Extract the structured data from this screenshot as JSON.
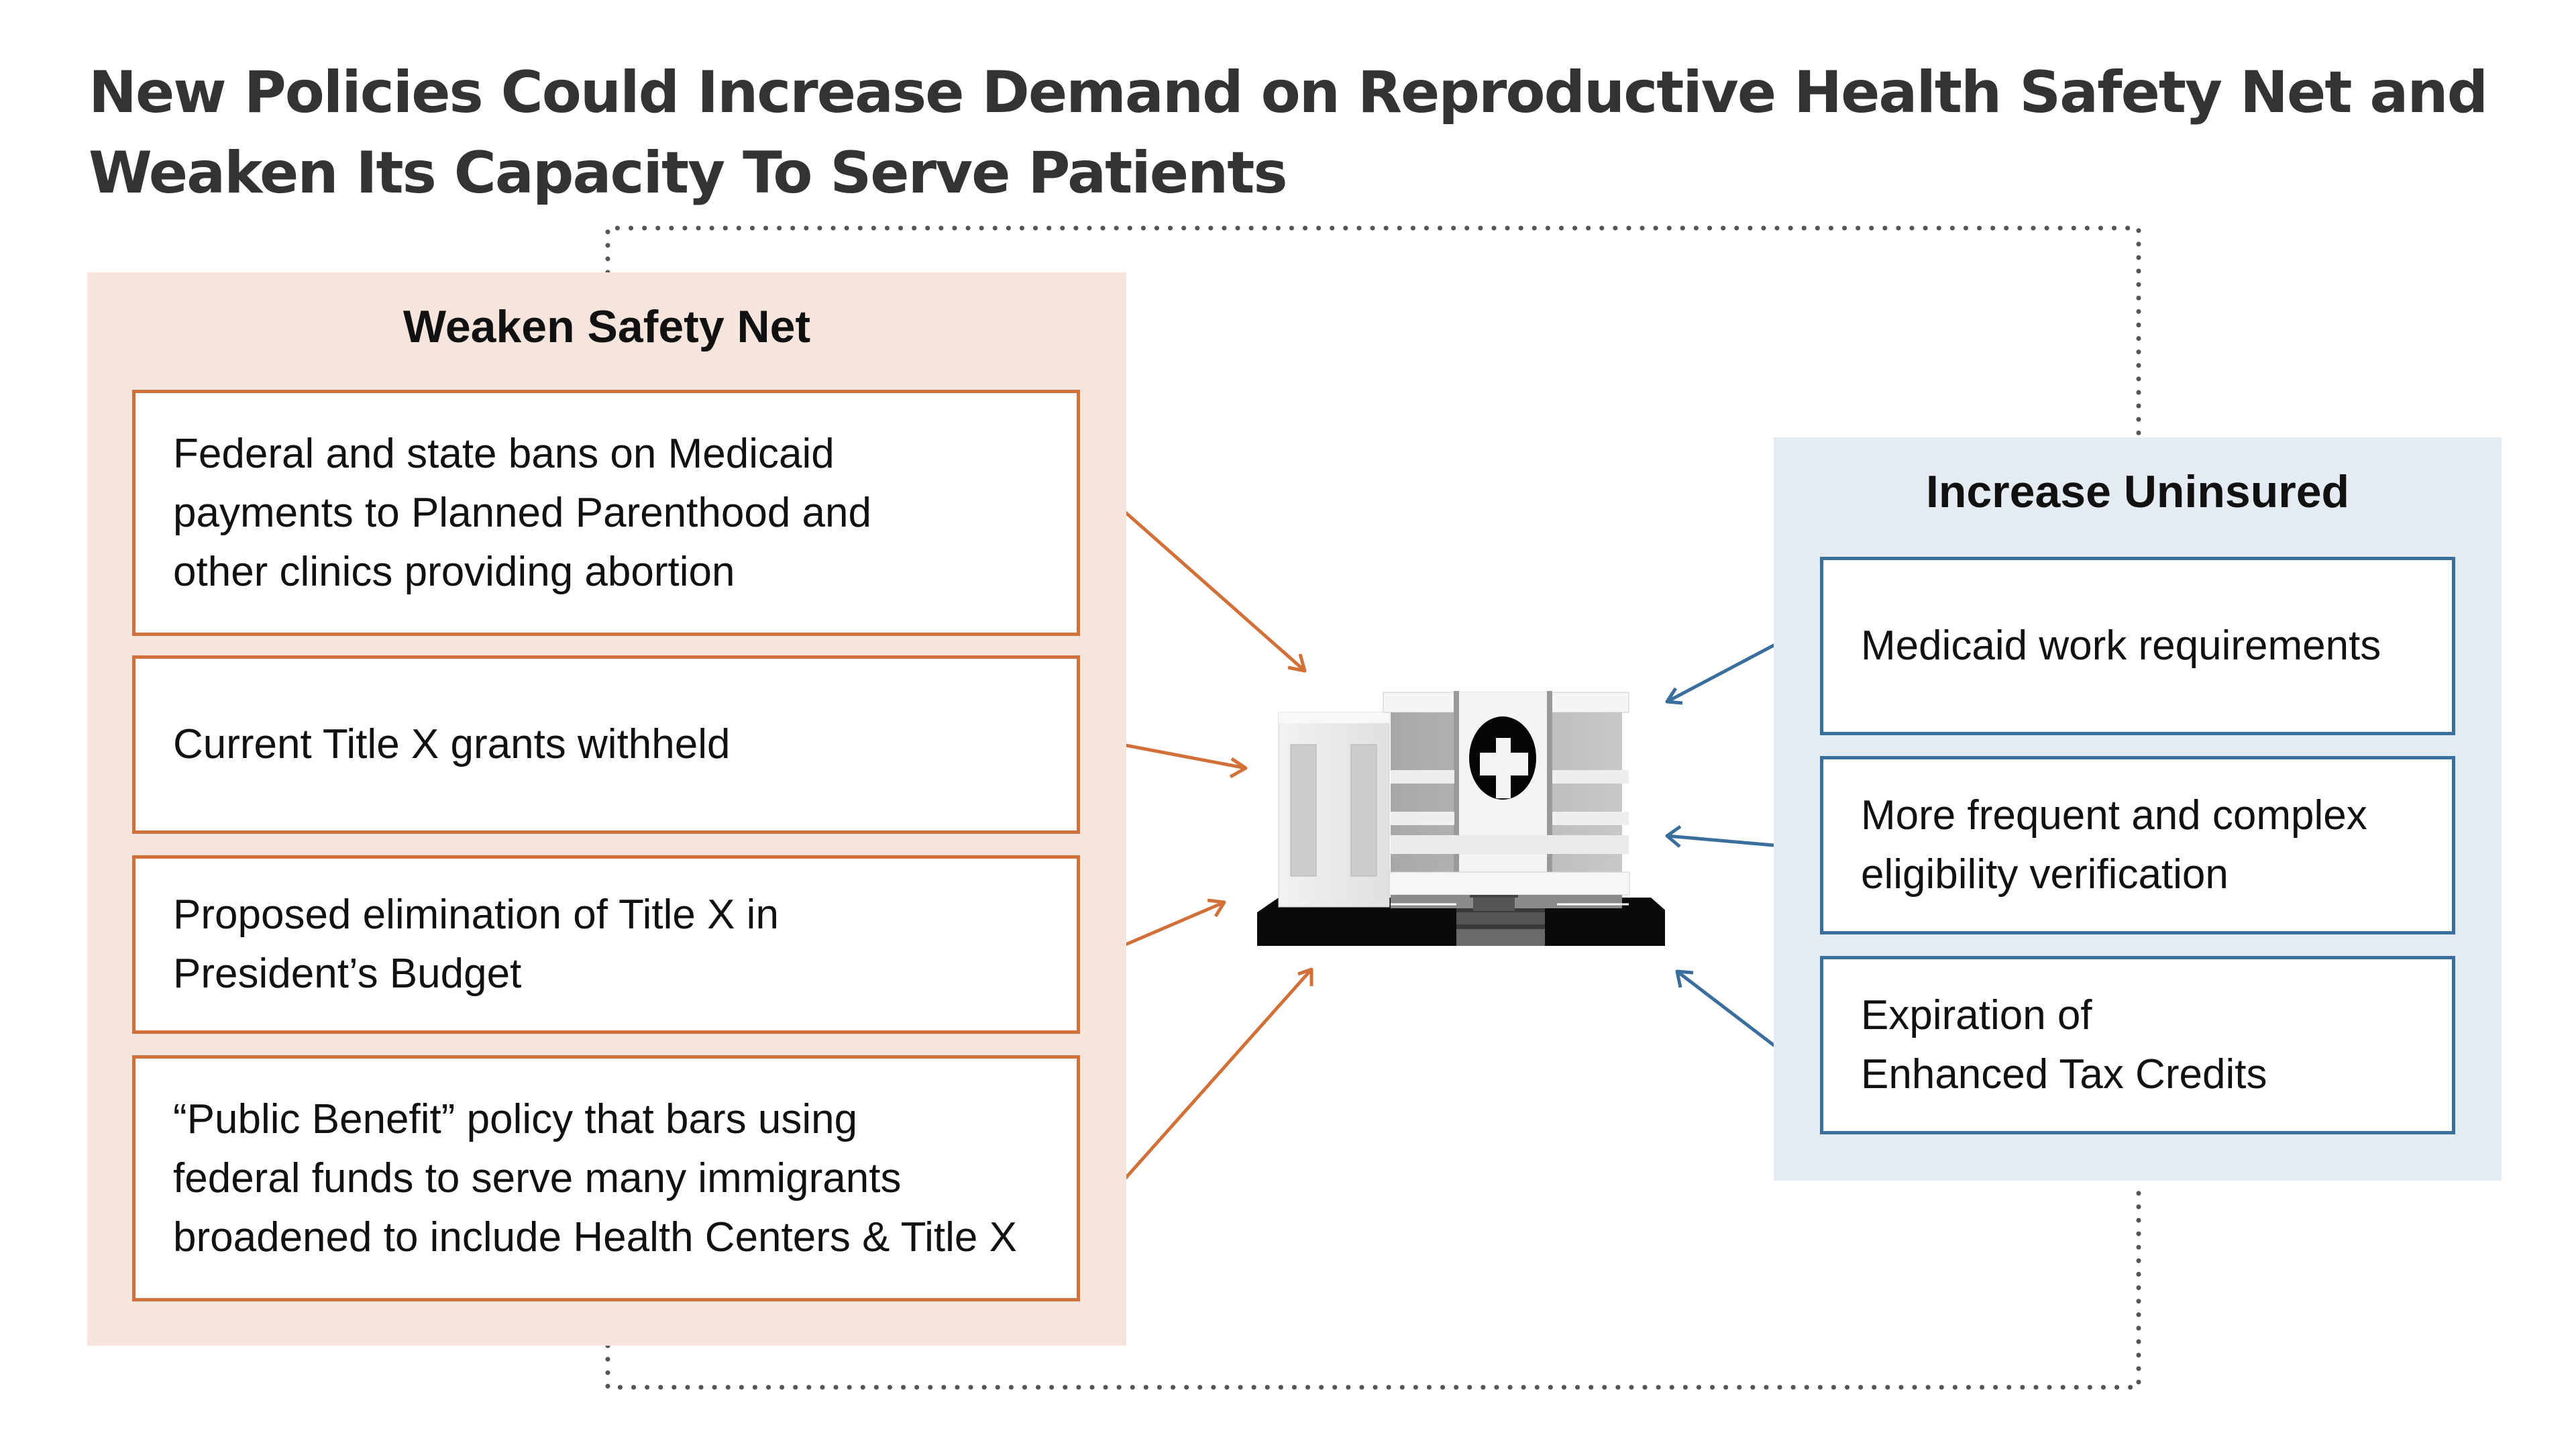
{
  "title": {
    "line1": "New Policies Could Increase Demand on Reproductive Health Safety Net and",
    "line2": "Weaken Its Capacity To Serve Patients"
  },
  "left_panel": {
    "heading": "Weaken Safety Net",
    "background": "#f5e5dc",
    "accent": "#d2703a",
    "items": [
      {
        "text": "Federal and state bans on Medicaid\npayments  to Planned Parenthood and\nother clinics providing abortion"
      },
      {
        "text": "Current Title X grants withheld"
      },
      {
        "text": "Proposed elimination of Title X in\nPresident’s Budget"
      },
      {
        "text": "“Public Benefit” policy that bars using\nfederal funds to serve many immigrants\nbroadened to include Health Centers & Title X"
      }
    ]
  },
  "right_panel": {
    "heading": "Increase Uninsured",
    "background": "#e4ebf3",
    "accent": "#3a6e9c",
    "items": [
      {
        "text": "Medicaid work requirements"
      },
      {
        "text": "More frequent and complex\neligibility verification"
      },
      {
        "text": "Expiration of\nEnhanced Tax Credits"
      }
    ]
  },
  "center": {
    "icon": "hospital-building-icon",
    "symbol": "medical-cross"
  },
  "colors": {
    "title": "#333333",
    "dotted_connector": "#555555"
  }
}
